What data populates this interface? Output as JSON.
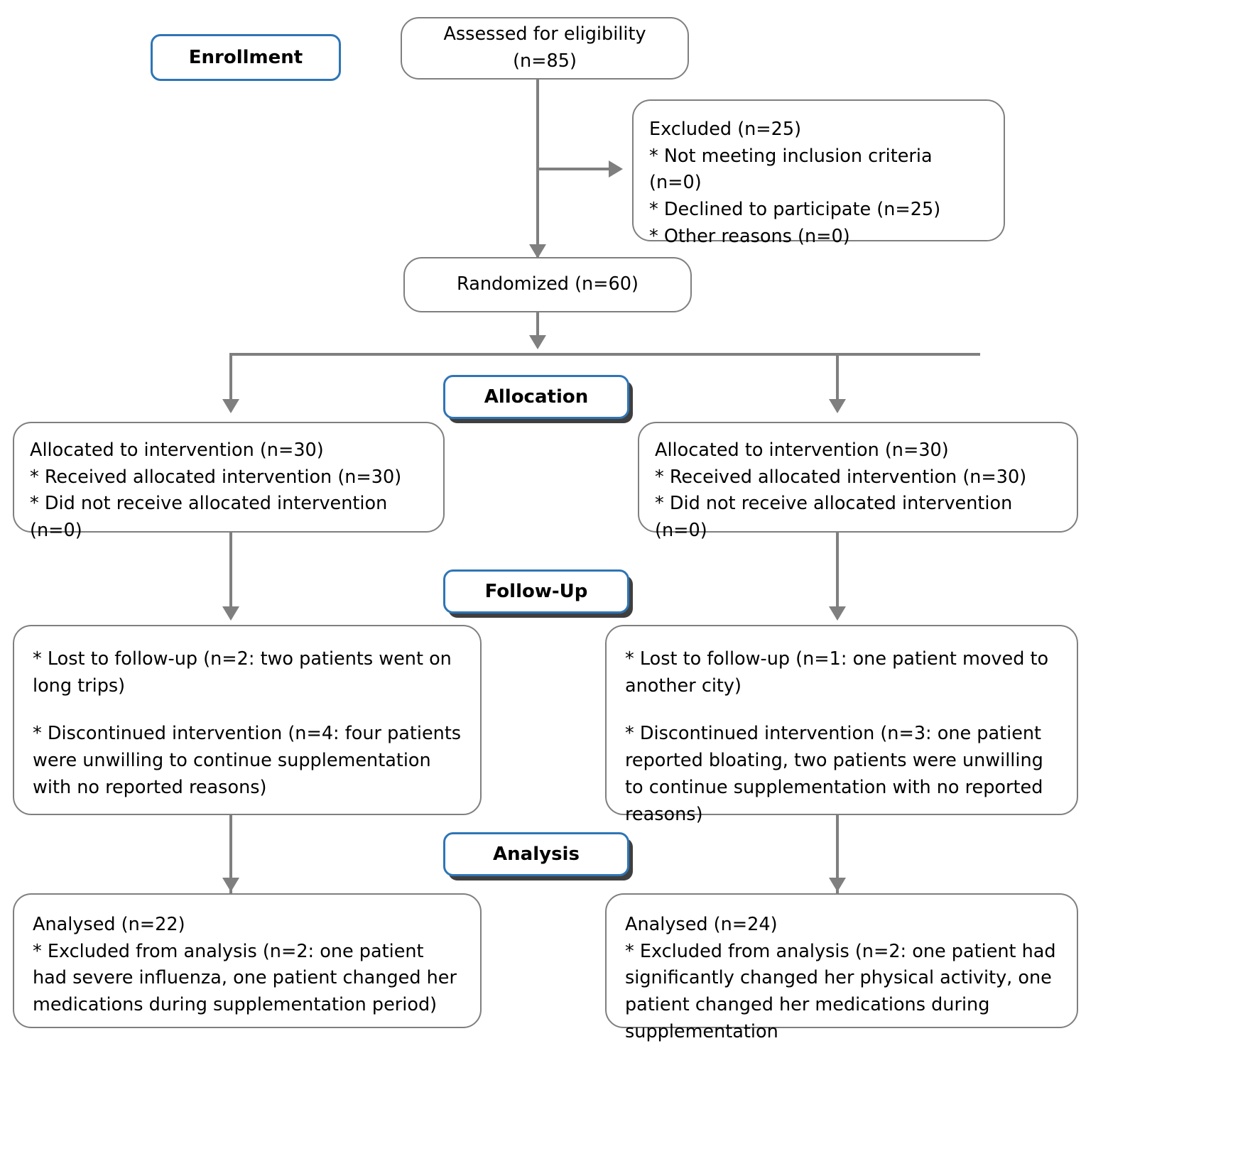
{
  "diagram": {
    "title": "CONSORT participant flow diagram",
    "accent_color": "#2e75b6",
    "line_color": "#7f7f7f",
    "box_border_color": "#7f7f7f"
  },
  "stages": {
    "enrollment": "Enrollment",
    "allocation": "Allocation",
    "followup": "Follow-Up",
    "analysis": "Analysis"
  },
  "enrollment": {
    "assessed": "Assessed for eligibility (n=85)",
    "excluded": {
      "heading": "Excluded (n=25)",
      "line1": "* Not meeting inclusion criteria (n=0)",
      "line2": "* Declined to participate (n=25)",
      "line3": "* Other reasons (n=0)"
    },
    "randomized": "Randomized (n=60)"
  },
  "allocation": {
    "left": {
      "line1": "Allocated to intervention (n=30)",
      "line2": "* Received allocated intervention (n=30)",
      "line3": "* Did not receive allocated intervention (n=0)"
    },
    "right": {
      "line1": "Allocated to intervention (n=30)",
      "line2": "* Received allocated intervention (n=30)",
      "line3": "* Did not receive allocated intervention (n=0)"
    }
  },
  "followup": {
    "left": {
      "lost": "* Lost to follow-up (n=2: two patients went on long trips)",
      "discontinued": "* Discontinued intervention (n=4: four patients were unwilling to continue supplementation with no reported reasons)"
    },
    "right": {
      "lost": "* Lost to follow-up (n=1: one patient moved to another city)",
      "discontinued": "* Discontinued intervention (n=3: one patient reported bloating, two patients were unwilling to continue supplementation with no reported reasons)"
    }
  },
  "analysis": {
    "left": {
      "analysed": "Analysed (n=22)",
      "excluded": "* Excluded from analysis (n=2: one patient had severe influenza, one patient changed her medications during supplementation period)"
    },
    "right": {
      "analysed": "Analysed (n=24)",
      "excluded": "* Excluded from analysis (n=2: one patient had significantly changed her physical activity, one patient changed her medications during supplementation"
    }
  }
}
